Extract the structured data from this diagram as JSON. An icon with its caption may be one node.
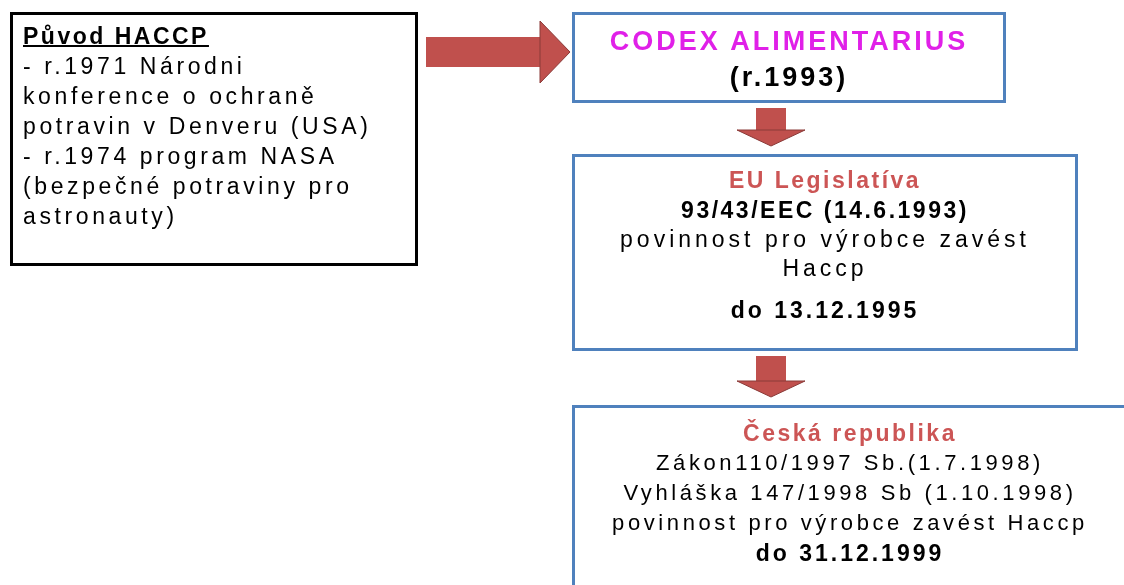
{
  "diagram": {
    "nodes": [
      {
        "text": [
          "Původ HACCP",
          "- r.1971 Národni konference o ochraně potravin v Denveru (USA)",
          "- r.1974 program NASA (bezpečné potraviny pro astronauty)"
        ]
      },
      {
        "text": [
          "CODEX ALIMENTARIUS",
          "(r.1993)"
        ]
      },
      {
        "text": [
          "EU Legislatíva",
          "93/43/EEC (14.6.1993)",
          "povinnost pro výrobce zavést Haccp",
          "do 13.12.1995"
        ]
      },
      {
        "text": [
          "Česká republika",
          "Zákon110/1997 Sb.(1.7.1998)",
          "Vyhláška 147/1998 Sb (1.10.1998)",
          "povinnost pro výrobce zavést Haccp",
          "do 31.12.1999"
        ]
      }
    ],
    "edges": [
      {
        "from": 0,
        "to": 1,
        "arrow": "to"
      },
      {
        "from": 1,
        "to": 2,
        "arrow": "to"
      },
      {
        "from": 2,
        "to": 3,
        "arrow": "to"
      }
    ]
  }
}
